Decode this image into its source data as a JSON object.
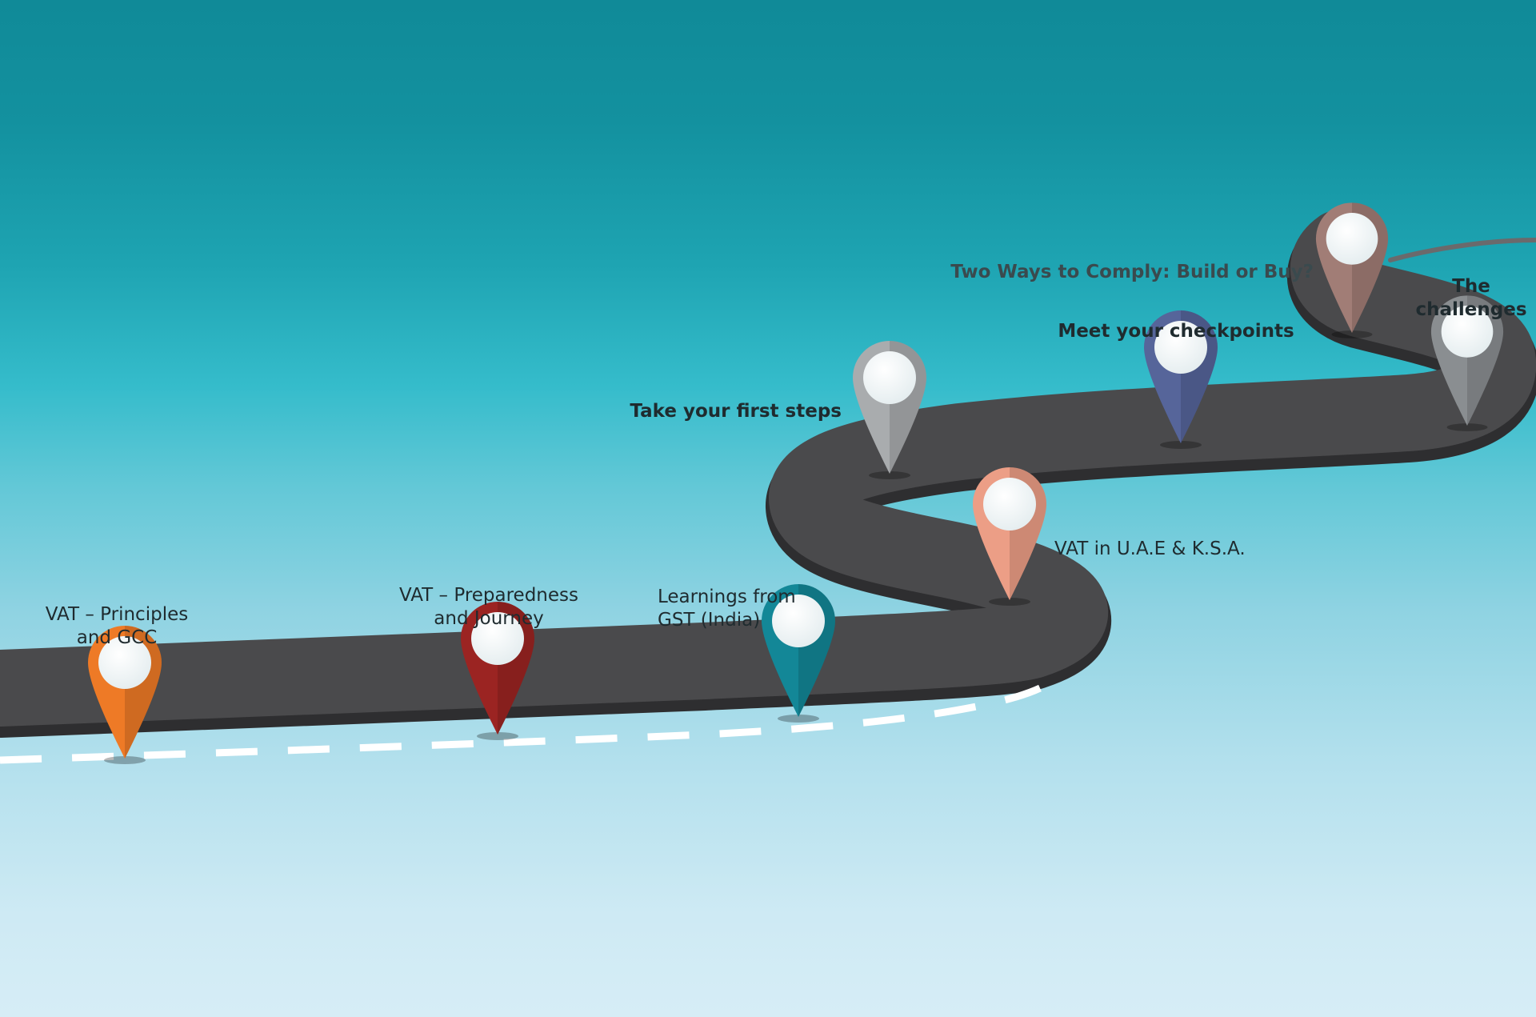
{
  "milestones": [
    {
      "label": "VAT – Principles\nand GCC",
      "color": "#ee7a26"
    },
    {
      "label": "VAT – Preparedness\nand Journey",
      "color": "#9b2422"
    },
    {
      "label": "Learnings from\nGST (India)",
      "color": "#138797"
    },
    {
      "label": "VAT in U.A.E & K.S.A.",
      "color": "#ec9e86"
    },
    {
      "label": "Take your first steps",
      "color": "#a9acae"
    },
    {
      "label": "Meet your checkpoints",
      "color": "#56659a"
    },
    {
      "label": "Two Ways to Comply: Build or Buy?",
      "color": "#a17d76"
    },
    {
      "label": "The\nchallenges",
      "color": "#8a8e91"
    }
  ],
  "colors": {
    "road": "#4a4a4c",
    "road_edge": "#2e2e30",
    "lane": "#ffffff"
  }
}
